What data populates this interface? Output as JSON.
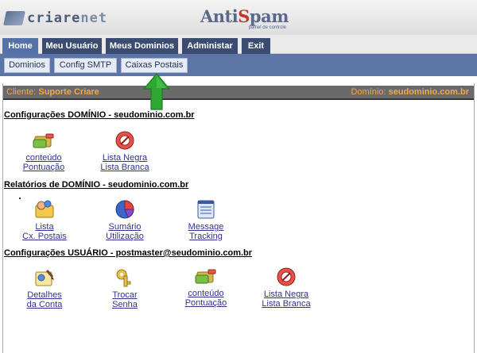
{
  "header": {
    "brand_main": "criare",
    "brand_suffix": "net",
    "product_prefix": "Anti",
    "product_accent": "S",
    "product_rest": "pam",
    "product_tagline": "painel de controle"
  },
  "menu_main": [
    {
      "label": "Home",
      "active": true
    },
    {
      "label": "Meu Usuário",
      "active": false
    },
    {
      "label": "Meus Dominios",
      "active": false
    },
    {
      "label": "Administar",
      "active": false
    },
    {
      "label": "Exit",
      "active": false
    }
  ],
  "menu_sub": [
    {
      "label": "Dominios"
    },
    {
      "label": "Config SMTP"
    },
    {
      "label": "Caixas Postais"
    }
  ],
  "client_bar": {
    "client_label": "Cliente:",
    "client_value": "Suporte Criare",
    "domain_label": "Domínio:",
    "domain_value": "seudominio.com.br"
  },
  "sections": [
    {
      "title": "Configurações DOMÍNIO - seudominio.com.br",
      "items": [
        {
          "line1": "conteúdo",
          "line2": "Pontuação",
          "icon": "content-score-icon"
        },
        {
          "line1": "Lista Negra",
          "line2": "Lista Branca",
          "icon": "blacklist-icon"
        }
      ]
    },
    {
      "title": "Relatórios de DOMÍNIO - seudominio.com.br",
      "items": [
        {
          "line1": "Lista",
          "line2": "Cx. Postais",
          "icon": "mailbox-list-icon"
        },
        {
          "line1": "Sumário",
          "line2": "Utilização",
          "icon": "usage-summary-icon"
        },
        {
          "line1": "Message",
          "line2": "Tracking",
          "icon": "message-tracking-icon"
        }
      ]
    },
    {
      "title": "Configurações USUÁRIO - postmaster@seudominio.com.br",
      "items": [
        {
          "line1": "Detalhes",
          "line2": "da Conta",
          "icon": "account-details-icon"
        },
        {
          "line1": "Trocar",
          "line2": "Senha",
          "icon": "change-password-icon"
        },
        {
          "line1": "conteúdo",
          "line2": "Pontuação",
          "icon": "content-score-icon"
        },
        {
          "line1": "Lista Negra",
          "line2": "Lista Branca",
          "icon": "blacklist-icon"
        }
      ]
    }
  ],
  "colors": {
    "menu_main_bg": "#3c4b70",
    "menu_active_bg": "#5670a8",
    "submenu_bar": "#5d75a6",
    "client_bar_bg": "#6a6a6a",
    "client_text": "#f0a848",
    "link": "#33338f",
    "arrow": "#2fa833"
  }
}
